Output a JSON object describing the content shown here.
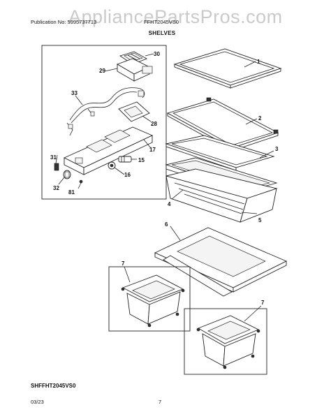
{
  "header": {
    "publication": "Publication No: 5995737713",
    "model": "FFHT2045VS0",
    "watermark": "AppliancePartsPros.com"
  },
  "title": "SHELVES",
  "callouts": [
    "1",
    "2",
    "3",
    "4",
    "5",
    "6",
    "7",
    "7",
    "15",
    "16",
    "17",
    "28",
    "29",
    "30",
    "31",
    "32",
    "33",
    "81"
  ],
  "diagram_code": "SHFFHT2045VS0",
  "footer": {
    "date": "03/23",
    "page": "7"
  }
}
